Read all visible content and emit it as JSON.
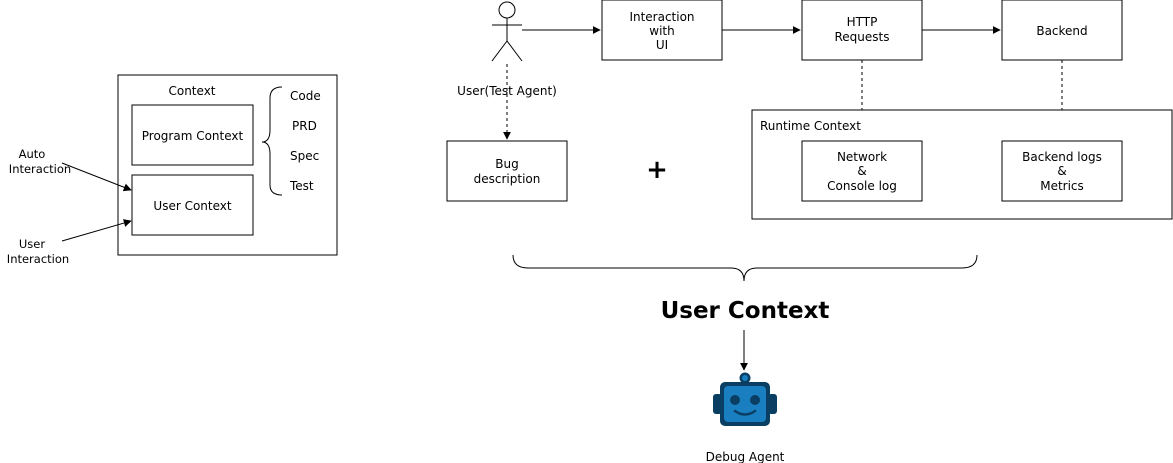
{
  "left_panel": {
    "context_title": "Context",
    "program_context": "Program Context",
    "user_context": "User Context",
    "auto_interaction": [
      "Auto",
      "Interaction"
    ],
    "user_interaction": [
      "User",
      "Interaction"
    ],
    "context_items": [
      "Code",
      "PRD",
      "Spec",
      "Test"
    ]
  },
  "flow": {
    "user_label": "User(Test Agent)",
    "interaction_ui": [
      "Interaction",
      "with",
      "UI"
    ],
    "http_requests": [
      "HTTP",
      "Requests"
    ],
    "backend": "Backend",
    "bug_description": [
      "Bug",
      "description"
    ],
    "plus": "+",
    "runtime_context": "Runtime Context",
    "network_console": [
      "Network",
      "&",
      "Console log"
    ],
    "backend_logs_metrics": [
      "Backend logs",
      "&",
      "Metrics"
    ]
  },
  "summary": {
    "user_context_title": "User Context",
    "debug_agent": "Debug Agent"
  },
  "icons": {
    "robot_icon": "robot-icon",
    "robot_color": "#1a7fc0",
    "robot_dark": "#0b3e63"
  }
}
